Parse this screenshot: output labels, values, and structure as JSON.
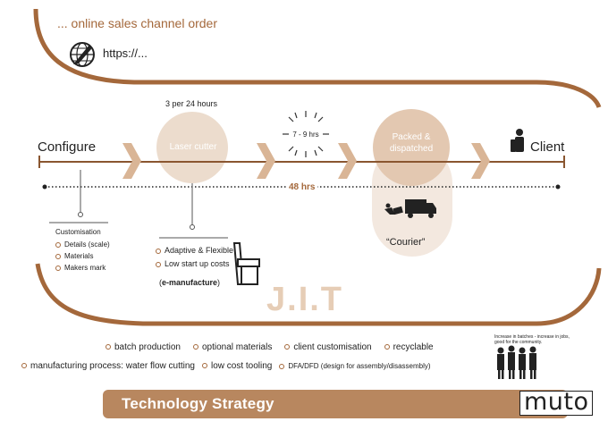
{
  "header": {
    "title": "... online sales channel order",
    "url_text": "https://..."
  },
  "flow": {
    "start_label": "Configure",
    "end_label": "Client",
    "rate_label": "3 per 24 hours",
    "laser_label": "Laser cutter",
    "time_label": "7 - 9 hrs",
    "packed_label": "Packed & dispatched",
    "duration_label": "48 hrs",
    "courier_label": "“Courier”"
  },
  "customisation": {
    "heading": "Customisation",
    "items": [
      "Details (scale)",
      "Materials",
      "Makers mark"
    ]
  },
  "manufacture": {
    "items": [
      "Adaptive & Flexible",
      "Low start up costs"
    ],
    "note_prefix": "(",
    "note_bold": "e-manufacture",
    "note_suffix": ")"
  },
  "jit_label": "J.I.T",
  "bullets_row1": [
    "batch production",
    "optional materials",
    "client customisation",
    "recyclable"
  ],
  "bullets_row2": [
    "manufacturing process: water flow cutting",
    "low cost tooling",
    "DFA/DFD (design for assembly/disassembly)"
  ],
  "community_note": "Increase in batches - increase in jobs, good for the community.",
  "footer": {
    "title": "Technology Strategy",
    "brand": "muto"
  },
  "colors": {
    "accent": "#a4683b",
    "circle_fill": "#e8d2c0",
    "banner": "#b8875f"
  }
}
